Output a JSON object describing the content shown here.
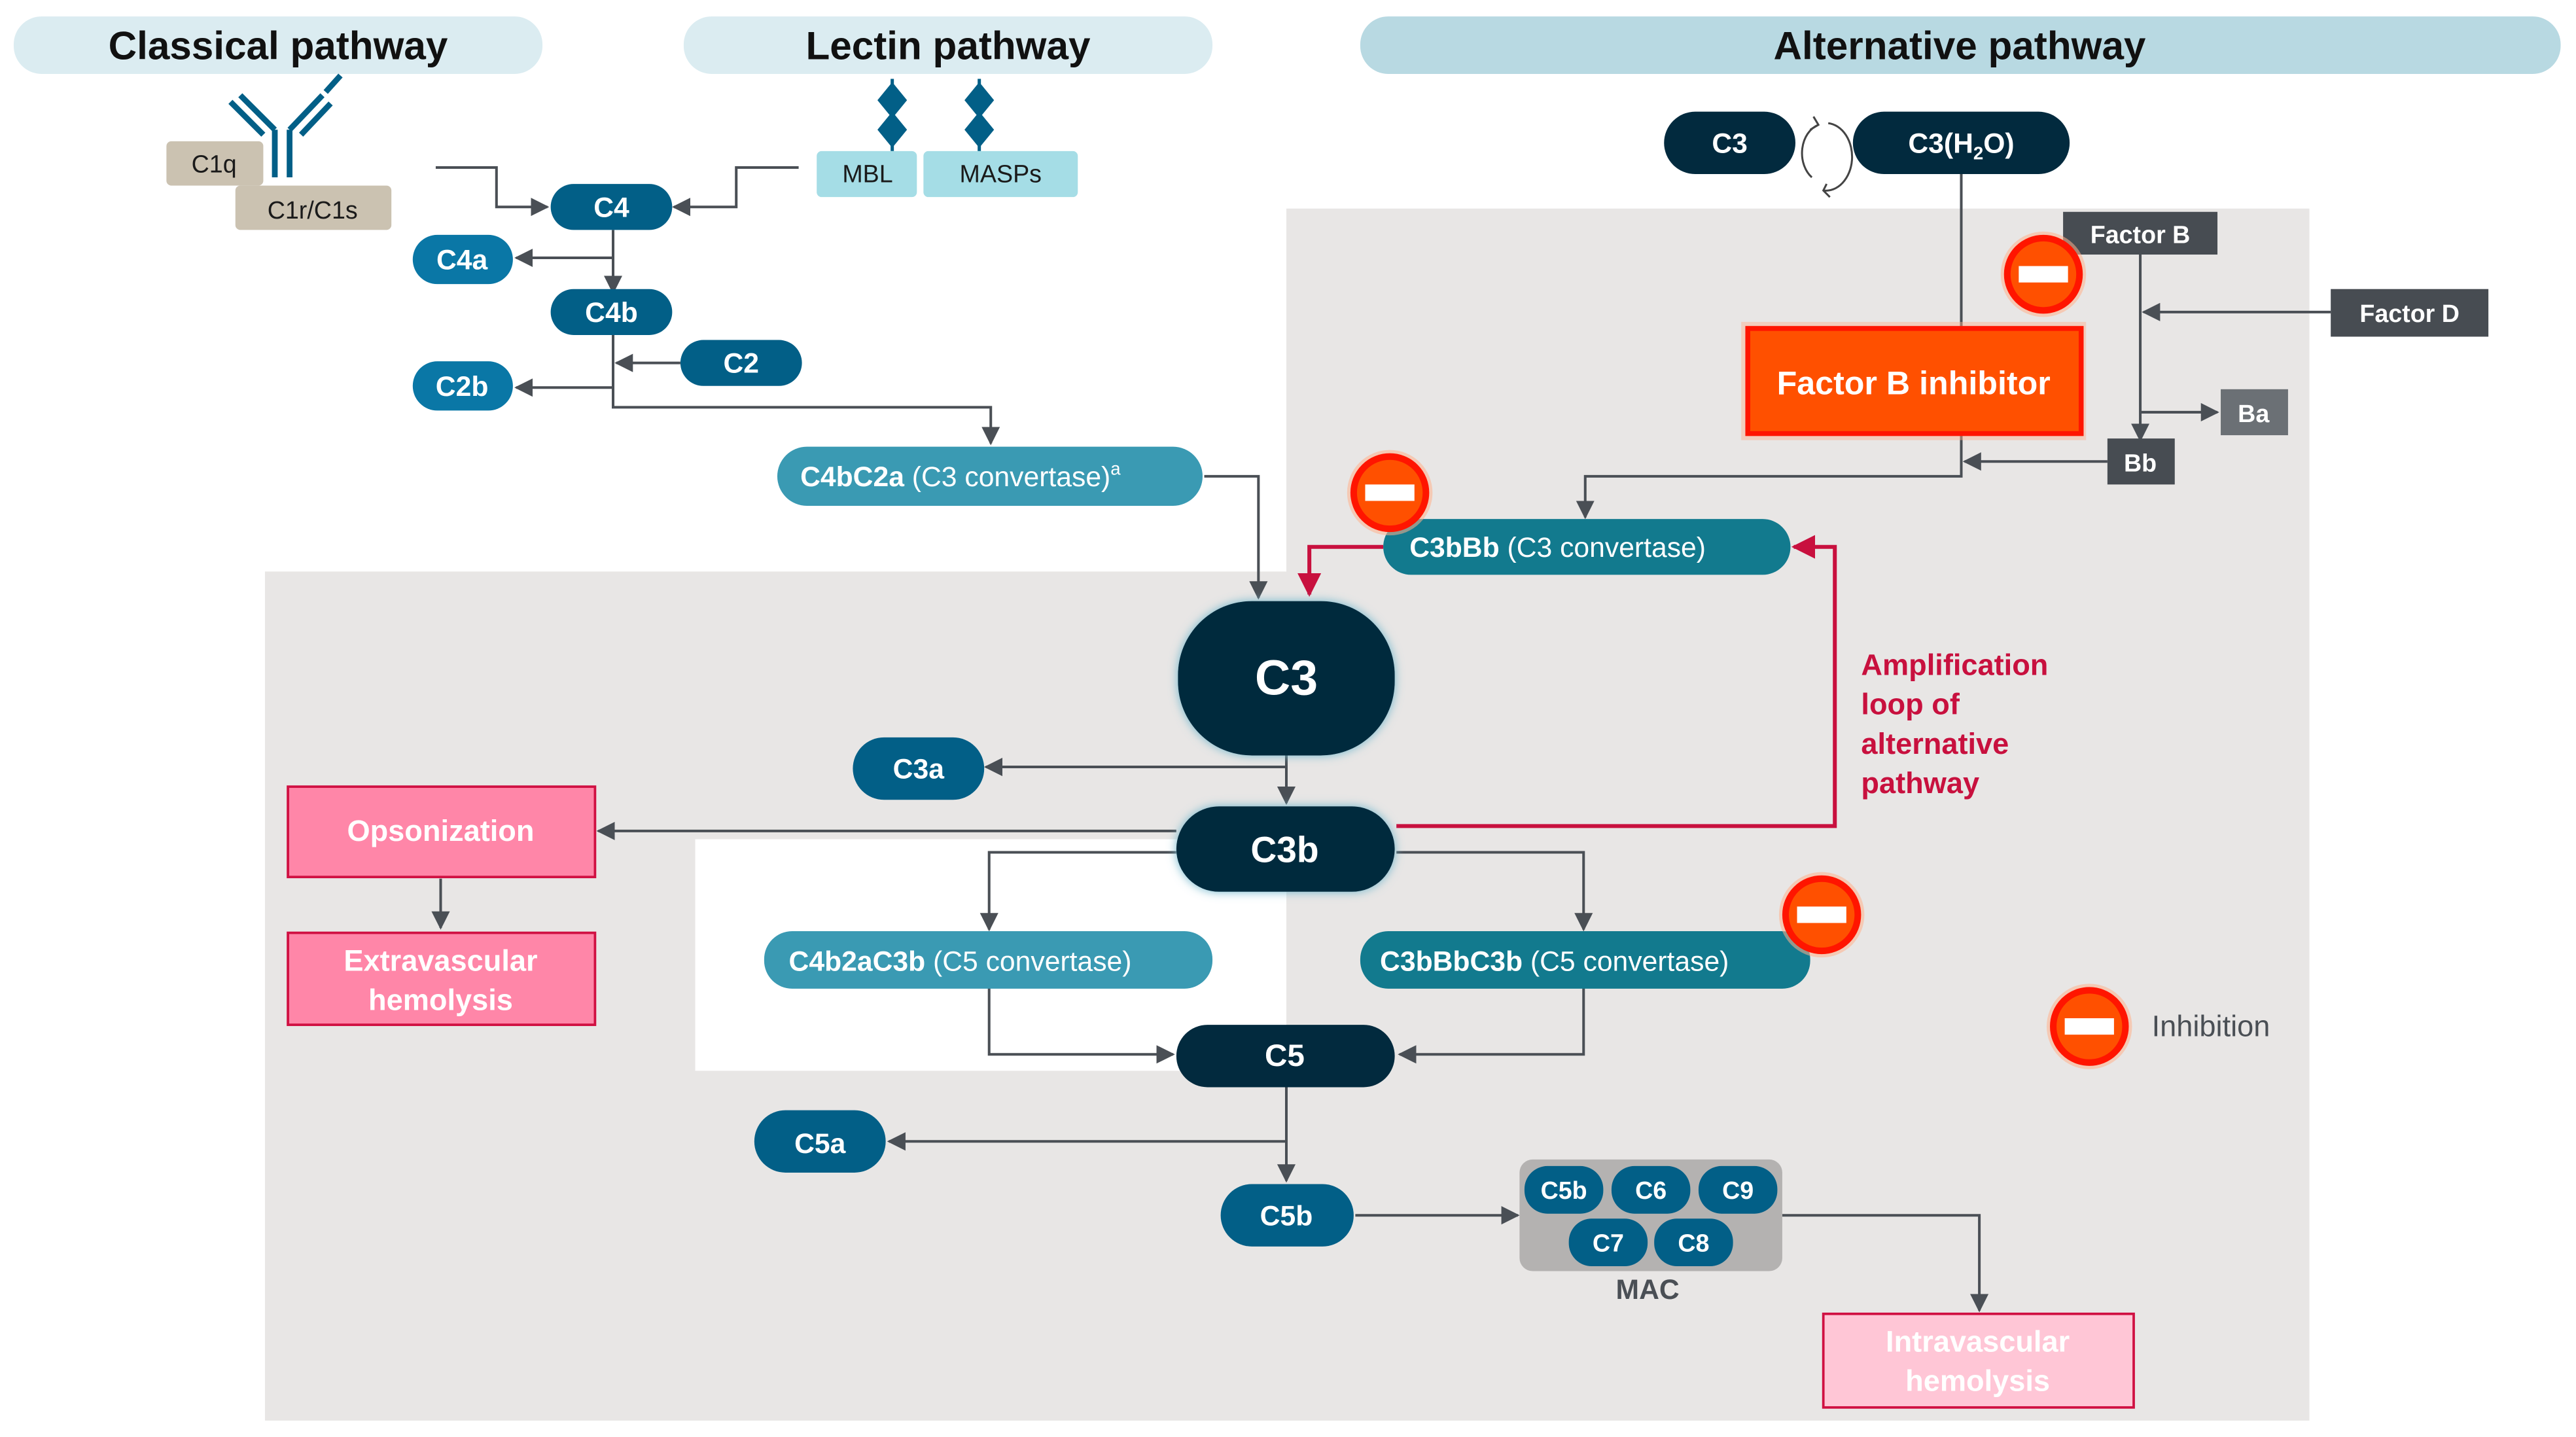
{
  "headers": {
    "classical": "Classical pathway",
    "lectin": "Lectin pathway",
    "alternative": "Alternative pathway"
  },
  "classical": {
    "c1q": "C1q",
    "c1r_c1s": "C1r/C1s"
  },
  "lectin": {
    "mbl": "MBL",
    "masps": "MASPs"
  },
  "nodes": {
    "c4": "C4",
    "c4a": "C4a",
    "c4b": "C4b",
    "c2": "C2",
    "c2b": "C2b",
    "c4bc2a_bold": "C4bC2a",
    "c4bc2a_rest": " (C3 convertase)",
    "c4bc2a_sup": "a",
    "c3_alt": "C3",
    "c3h2o_pre": "C3(H",
    "c3h2o_sub": "2",
    "c3h2o_post": "O)",
    "factor_b": "Factor B",
    "factor_d": "Factor D",
    "ba": "Ba",
    "bb": "Bb",
    "factor_b_inhibitor": "Factor B inhibitor",
    "c3bbb_bold": "C3bBb",
    "c3bbb_rest": " (C3 convertase)",
    "c3": "C3",
    "c3a": "C3a",
    "c3b": "C3b",
    "opsonization": "Opsonization",
    "extravascular_1": "Extravascular",
    "extravascular_2": "hemolysis",
    "c4b2ac3b_bold": "C4b2aC3b",
    "c4b2ac3b_rest": " (C5 convertase)",
    "c3bbbc3b_bold": "C3bBbC3b",
    "c3bbbc3b_rest": " (C5 convertase)",
    "c5": "C5",
    "c5a": "C5a",
    "c5b": "C5b",
    "intravascular_1": "Intravascular",
    "intravascular_2": "hemolysis"
  },
  "mac": {
    "label": "MAC",
    "components": [
      "C5b",
      "C6",
      "C9",
      "C7",
      "C8"
    ]
  },
  "amplification": [
    "Amplification",
    "loop of",
    "alternative",
    "pathway"
  ],
  "legend": {
    "inhibition": "Inhibition"
  },
  "icons": {
    "inhibition": "no-entry-icon",
    "equilibrium": "cycle-arrows-icon",
    "antibody": "antibody-icon",
    "lectin": "mannose-diamond-icon"
  },
  "colors": {
    "dark_navy": "#022a3e",
    "dark_blue": "#025f87",
    "mid_blue": "#0a77a6",
    "teal": "#3a9ab3",
    "teal_dark": "#127a8e",
    "header_light": "#dbecf1",
    "header_alt": "#b8d9e2",
    "beige": "#cbc2b1",
    "lectin_box": "#a5dde6",
    "grey_panel": "#e8e6e5",
    "factor_box": "#474c52",
    "ba_box": "#6b7075",
    "inhibitor_orange": "#ff5000",
    "inhibitor_red": "#ff1500",
    "pink": "#ff86a8",
    "light_pink": "#ffc6d6",
    "loop_red": "#c8103e"
  }
}
